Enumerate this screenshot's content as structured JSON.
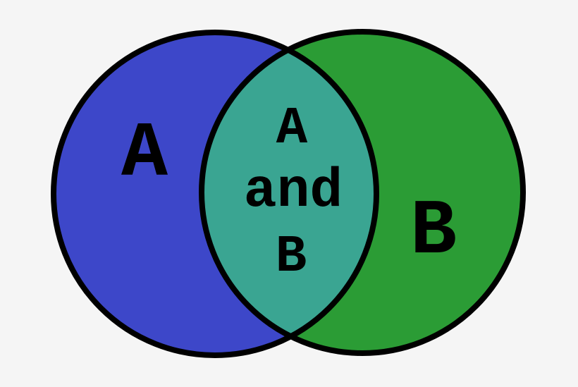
{
  "diagram": {
    "type": "venn",
    "background": "#f5f5f5",
    "stroke_color": "#000000",
    "sets": [
      {
        "id": "A",
        "label": "A",
        "fill": "#3d47c9"
      },
      {
        "id": "B",
        "label": "B",
        "fill": "#2b9c35"
      }
    ],
    "intersection": {
      "fill": "#3aa592",
      "lines": [
        "A",
        "and",
        "B"
      ]
    }
  }
}
